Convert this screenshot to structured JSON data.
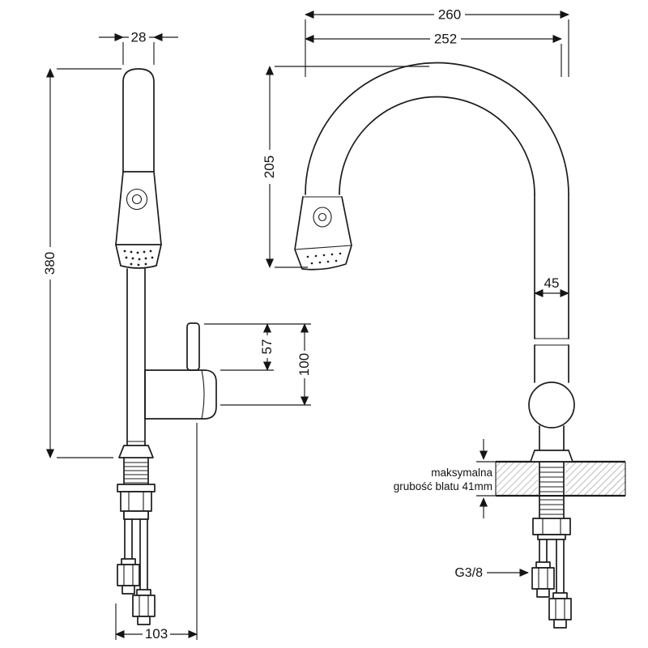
{
  "drawing": {
    "type": "faucet-technical-drawing",
    "line_color": "#1c1c1c",
    "hatch_color": "#9a9a9a",
    "background": "#ffffff"
  },
  "front_view": {
    "dim_spout_head_width": "28",
    "dim_total_height": "380",
    "dim_lever_height": "57",
    "dim_handle_height": "100",
    "dim_base_spread": "103"
  },
  "side_view": {
    "dim_total_depth": "260",
    "dim_spout_reach": "252",
    "dim_spout_height": "205",
    "dim_body_depth": "45",
    "counter_note_line1": "maksymalna",
    "counter_note_line2": "grubość blatu 41mm",
    "thread_label": "G3/8"
  }
}
